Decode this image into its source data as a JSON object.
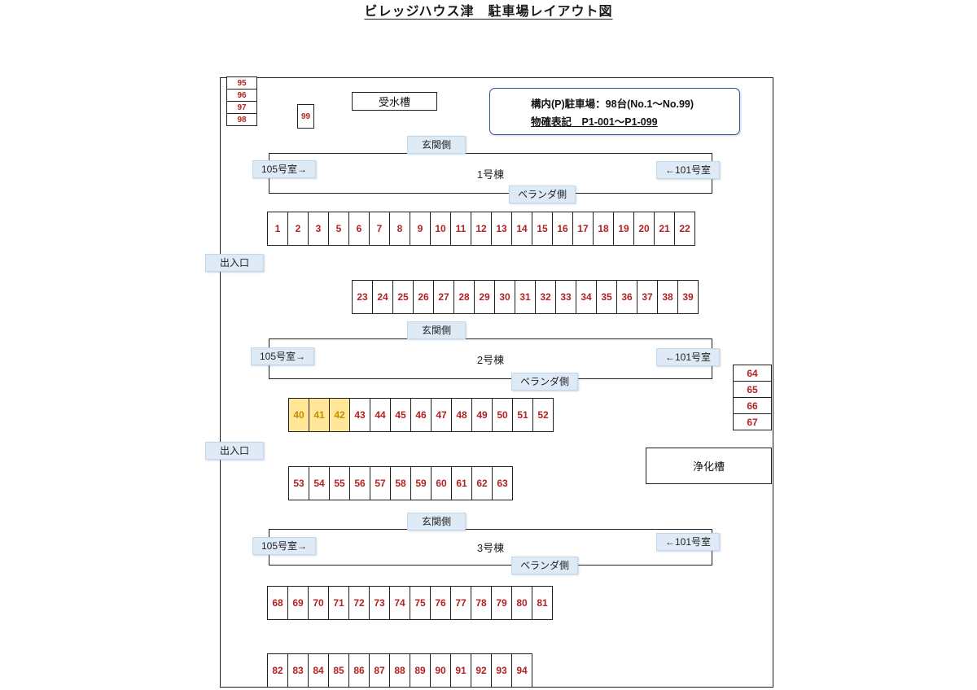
{
  "title": "ビレッジハウス津　駐車場レイアウト図",
  "info_box": {
    "line1": "構内(P)駐車場：98台(No.1～No.99)",
    "line2": "物確表記　P1-001～P1-099"
  },
  "labels": {
    "water_tank": "受水槽",
    "purification_tank": "浄化槽",
    "entrance_side": "玄関側",
    "veranda_side": "ベランダ側",
    "room105": "105号室→",
    "room101": "←101号室",
    "gate": "出入口"
  },
  "buildings": [
    {
      "name": "1号棟"
    },
    {
      "name": "2号棟"
    },
    {
      "name": "3号棟"
    }
  ],
  "left_column_spaces": [
    "95",
    "96",
    "97",
    "98"
  ],
  "space_99": "99",
  "right_column_spaces": [
    "64",
    "65",
    "66",
    "67"
  ],
  "parking_rows": [
    {
      "numbers": [
        "1",
        "2",
        "3",
        "5",
        "6",
        "7",
        "8",
        "9",
        "10",
        "11",
        "12",
        "13",
        "14",
        "15",
        "16",
        "17",
        "18",
        "19",
        "20",
        "21",
        "22"
      ],
      "highlighted": []
    },
    {
      "numbers": [
        "23",
        "24",
        "25",
        "26",
        "27",
        "28",
        "29",
        "30",
        "31",
        "32",
        "33",
        "34",
        "35",
        "36",
        "37",
        "38",
        "39"
      ],
      "highlighted": []
    },
    {
      "numbers": [
        "40",
        "41",
        "42",
        "43",
        "44",
        "45",
        "46",
        "47",
        "48",
        "49",
        "50",
        "51",
        "52"
      ],
      "highlighted": [
        "40",
        "41",
        "42"
      ]
    },
    {
      "numbers": [
        "53",
        "54",
        "55",
        "56",
        "57",
        "58",
        "59",
        "60",
        "61",
        "62",
        "63"
      ],
      "highlighted": []
    },
    {
      "numbers": [
        "68",
        "69",
        "70",
        "71",
        "72",
        "73",
        "74",
        "75",
        "76",
        "77",
        "78",
        "79",
        "80",
        "81"
      ],
      "highlighted": []
    },
    {
      "numbers": [
        "82",
        "83",
        "84",
        "85",
        "86",
        "87",
        "88",
        "89",
        "90",
        "91",
        "92",
        "93",
        "94"
      ],
      "highlighted": []
    }
  ],
  "colors": {
    "space_number": "#B22222",
    "highlight_bg": "#FFE699",
    "highlight_text": "#BF8F00",
    "badge_bg": "#DEEBF7",
    "info_border": "#2F5496"
  }
}
